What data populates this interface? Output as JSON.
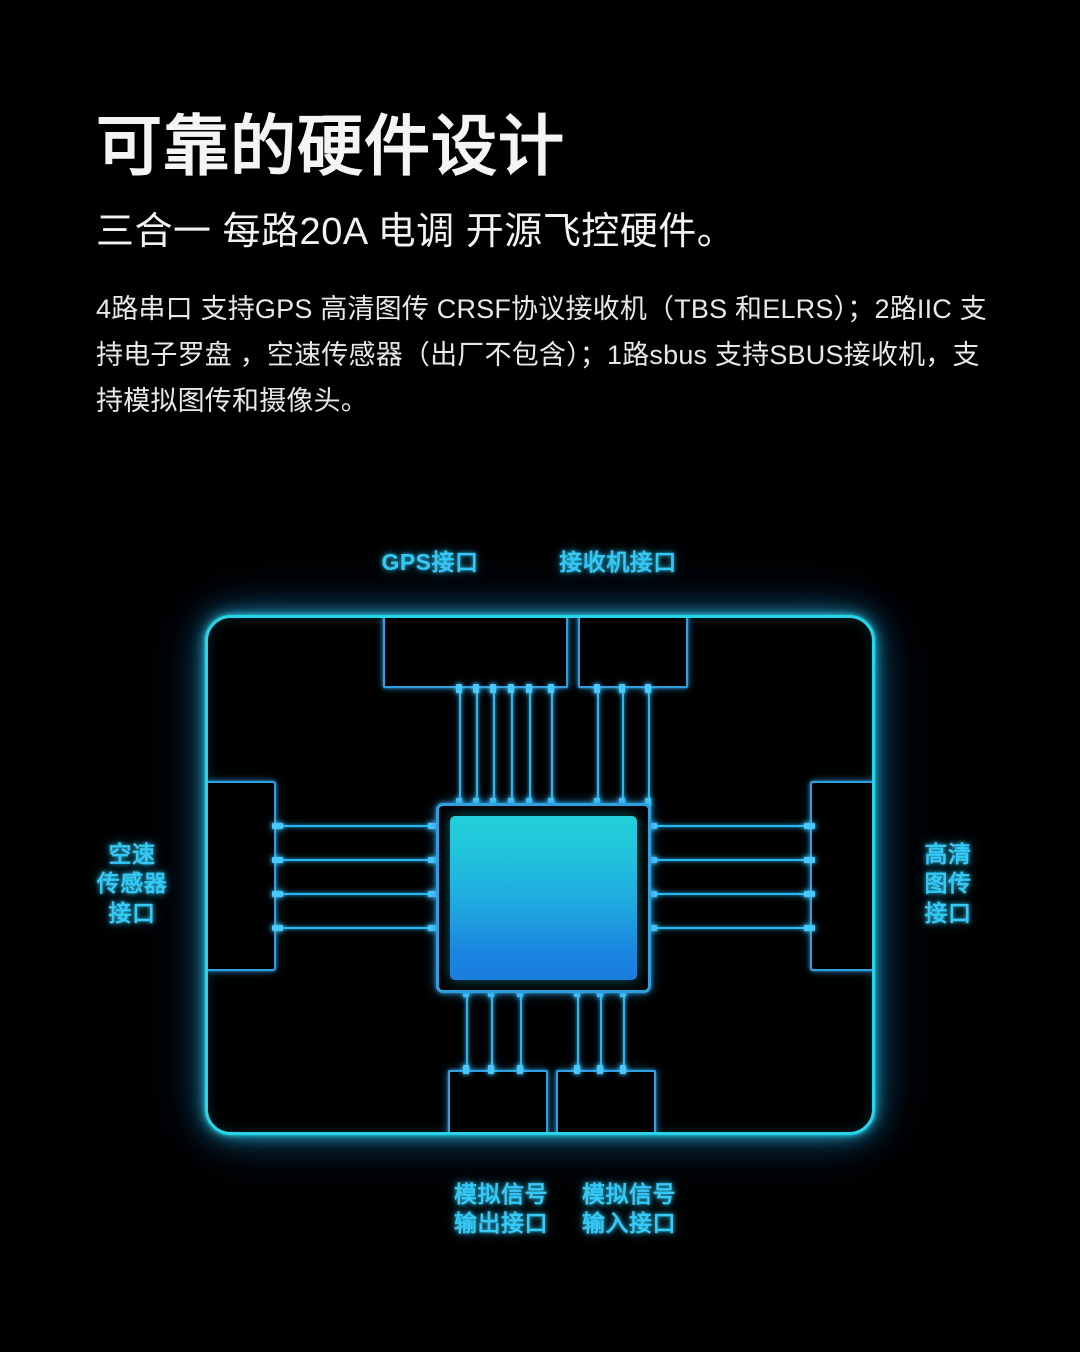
{
  "page": {
    "background_color": "#000000",
    "accent_color": "#35c9f5",
    "board_border_color": "#2ad4e8",
    "trace_color": "#2ab6f0",
    "chip_gradient_top": "#22cfd8",
    "chip_gradient_bottom": "#1a7ddf"
  },
  "heading": {
    "title": "可靠的硬件设计",
    "subtitle": "三合一 每路20A 电调  开源飞控硬件。",
    "paragraph": "4路串口 支持GPS 高清图传 CRSF协议接收机（TBS 和ELRS）；2路IIC 支持电子罗盘 ，空速传感器（出厂不包含）；1路sbus 支持SBUS接收机，支持模拟图传和摄像头。"
  },
  "diagram": {
    "name": "flight-controller-board-diagram",
    "labels": {
      "gps_port": "GPS接口",
      "receiver_port": "接收机接口",
      "airspeed_sensor_port": "空速\n传感器\n接口",
      "hd_video_port": "高清\n图传\n接口",
      "analog_output_port": "模拟信号\n输出接口",
      "analog_input_port": "模拟信号\n输入接口"
    },
    "connectors": [
      {
        "id": "gps",
        "side": "top",
        "pins": 6
      },
      {
        "id": "receiver",
        "side": "top",
        "pins": 3
      },
      {
        "id": "airspeed",
        "side": "left",
        "pins": 4
      },
      {
        "id": "hd-video",
        "side": "right",
        "pins": 4
      },
      {
        "id": "analog-out",
        "side": "bottom",
        "pins": 3
      },
      {
        "id": "analog-in",
        "side": "bottom",
        "pins": 3
      }
    ],
    "chip": {
      "id": "mcu",
      "label": ""
    }
  }
}
